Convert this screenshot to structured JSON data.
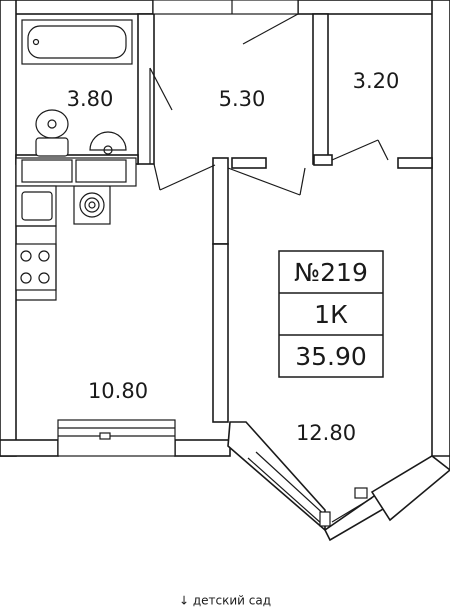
{
  "rooms": {
    "bathroom_area": "3.80",
    "hall_area": "5.30",
    "storage_area": "3.20",
    "kitchen_area": "10.80",
    "living_area": "12.80"
  },
  "apartment": {
    "number": "№219",
    "type": "1К",
    "total_area": "35.90"
  },
  "footer": {
    "arrow": "↓",
    "direction": "детский сад"
  },
  "icons": [
    "bathtub-icon",
    "toilet-icon",
    "sink-icon",
    "stove-icon",
    "washing-machine-icon",
    "kitchen-sink-icon",
    "arrow-down-icon"
  ]
}
